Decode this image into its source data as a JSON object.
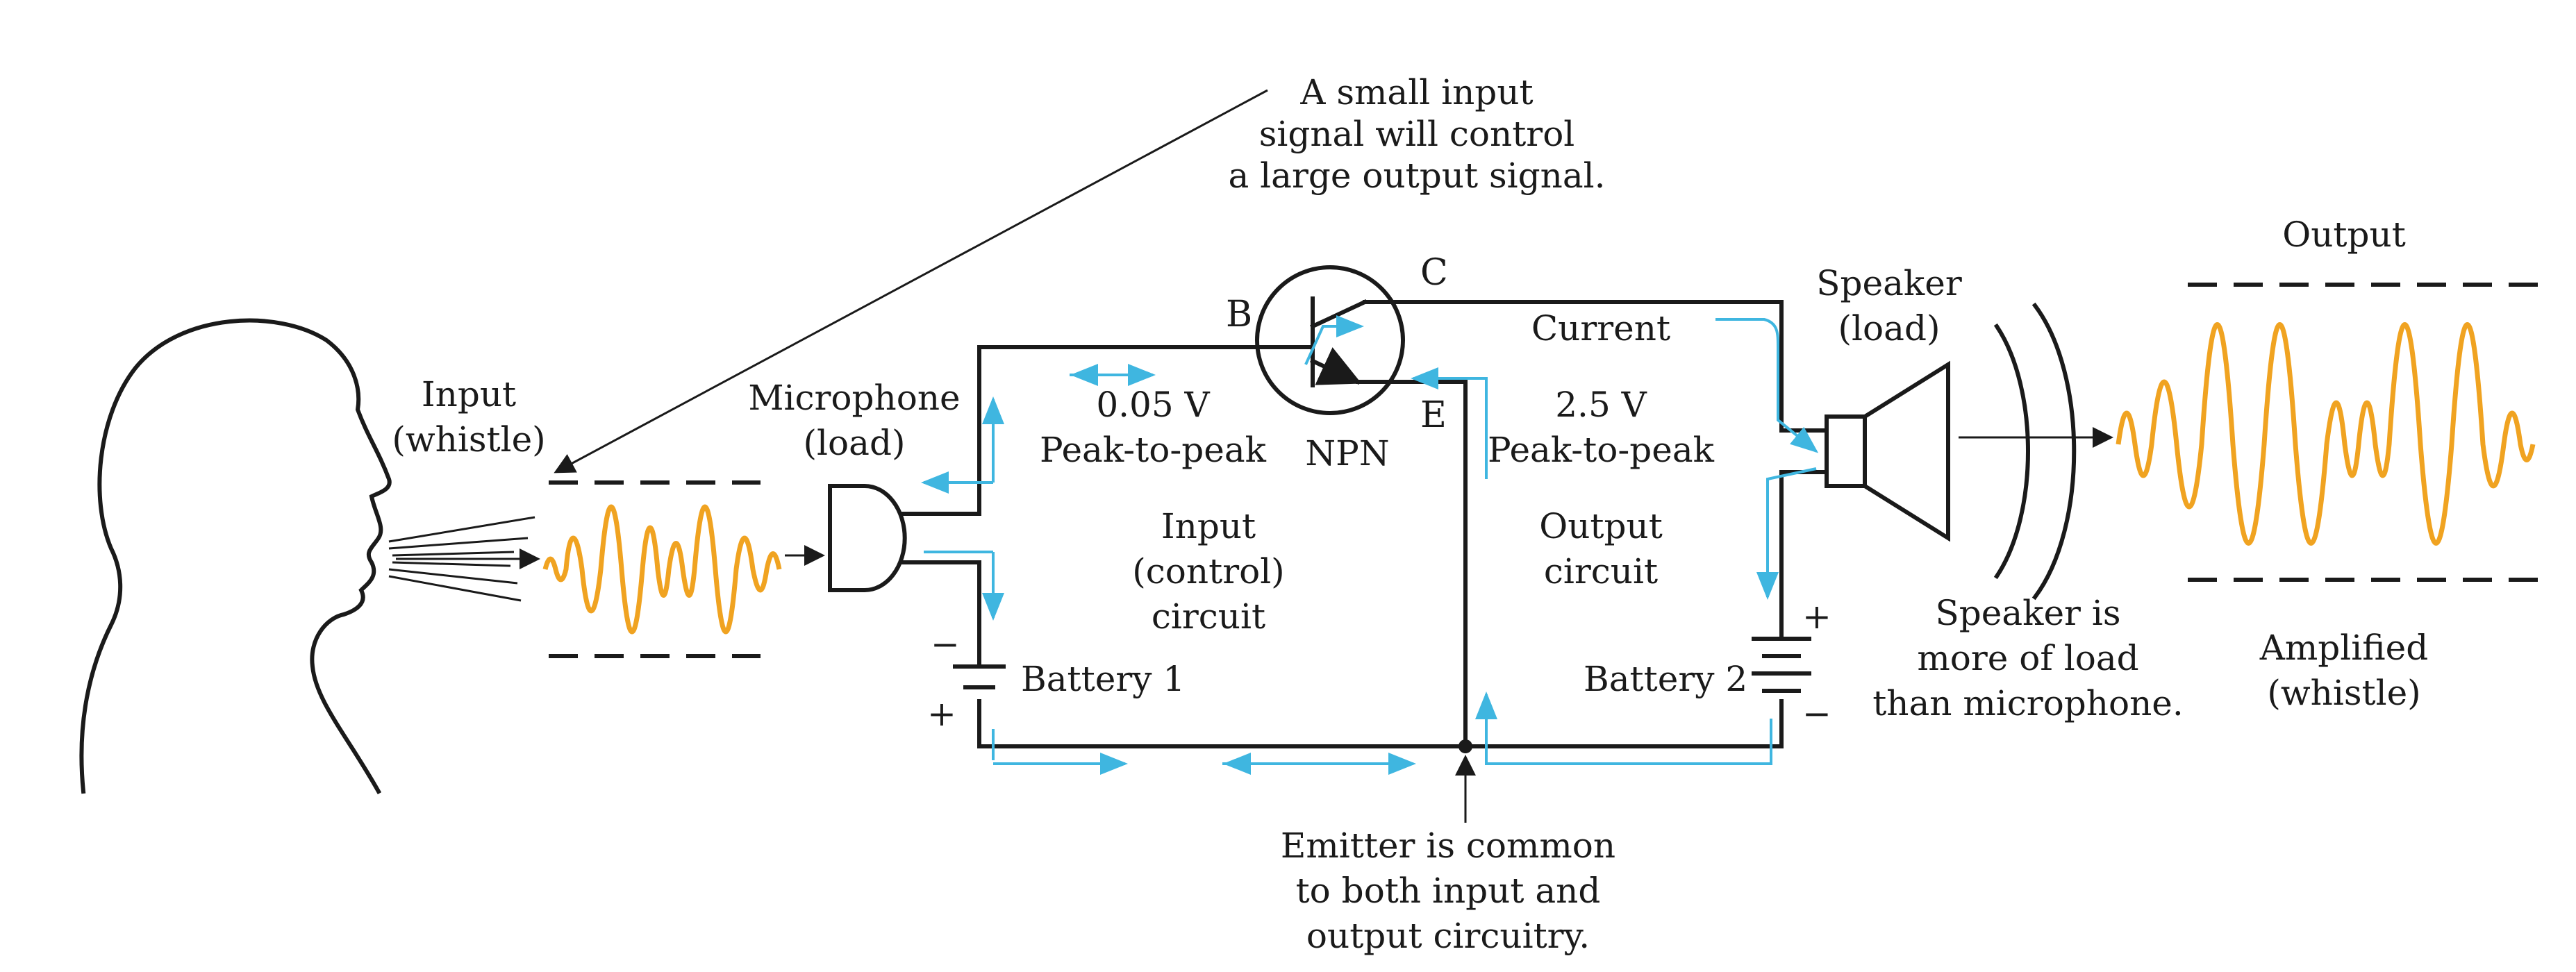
{
  "colors": {
    "line": "#1a1a1a",
    "current_arrow": "#3fb6e0",
    "signal_wave": "#f0a321"
  },
  "labels": {
    "callout": [
      "A small input",
      "signal will control",
      "a large output signal."
    ],
    "input_whistle": [
      "Input",
      "(whistle)"
    ],
    "microphone": [
      "Microphone",
      "(load)"
    ],
    "base": "B",
    "collector": "C",
    "emitter": "E",
    "transistor_type": "NPN",
    "input_voltage": [
      "0.05 V",
      "Peak-to-peak"
    ],
    "input_circuit": [
      "Input",
      "(control)",
      "circuit"
    ],
    "battery1": "Battery 1",
    "current": "Current",
    "output_voltage": [
      "2.5 V",
      "Peak-to-peak"
    ],
    "output_circuit": [
      "Output",
      "circuit"
    ],
    "battery2": "Battery 2",
    "speaker": [
      "Speaker",
      "(load)"
    ],
    "speaker_note": [
      "Speaker is",
      "more of load",
      "than microphone."
    ],
    "output_title": "Output",
    "amplified": [
      "Amplified",
      "(whistle)"
    ],
    "emitter_note": [
      "Emitter is common",
      "to both input and",
      "output circuitry."
    ],
    "plus": "+",
    "minus": "−"
  }
}
